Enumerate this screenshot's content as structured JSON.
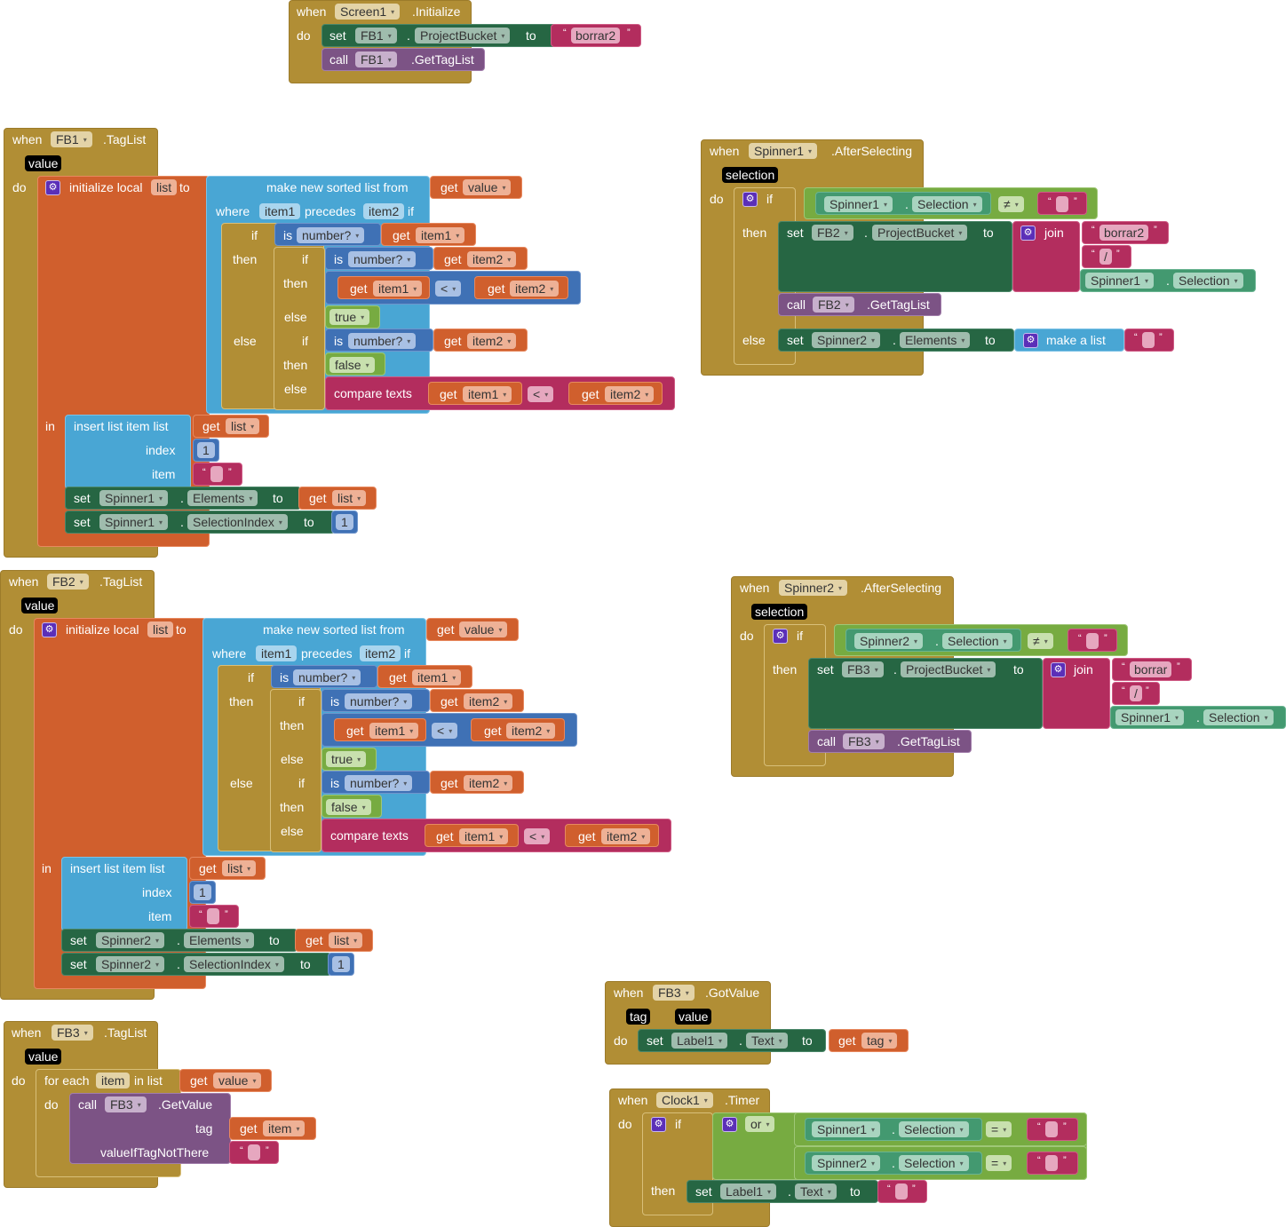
{
  "app": "App Inventor Blocks Editor",
  "colors": {
    "event": "#b18e35",
    "local": "#d05f2d",
    "list": "#49a6d4",
    "math": "#3f71b5",
    "logic": "#77ab41",
    "text": "#b32d5e",
    "component_set": "#266643",
    "component_get": "#439970",
    "procedure_call": "#7c5385",
    "param": "#000000"
  },
  "common": {
    "when": "when",
    "do": "do",
    "set": "set",
    "to": "to",
    "call": "call",
    "get": "get",
    "if": "if",
    "then": "then",
    "else": "else",
    "in": "in",
    "dot": ".",
    "is": "is",
    "open_quote": "“",
    "close_quote": "”",
    "arrow": "▾",
    "gear": "⚙"
  },
  "screen1_initialize": {
    "component": "Screen1",
    "event": ".Initialize",
    "set_component": "FB1",
    "set_property": "ProjectBucket",
    "set_value": "borrar2",
    "call_component": "FB1",
    "call_method": ".GetTagList"
  },
  "fb1_taglist": {
    "component": "FB1",
    "event": ".TagList",
    "param": "value",
    "init_local": "initialize local",
    "local_name": "list",
    "sort_label": "make new sorted list from",
    "sort_source": "value",
    "where": "where",
    "item1": "item1",
    "precedes": "precedes",
    "item2": "item2",
    "is_number": "number?",
    "lt": "<",
    "true": "true",
    "false": "false",
    "compare_texts": "compare texts",
    "insert_label": "insert list item  list",
    "index_label": "index",
    "item_label": "item",
    "insert_list": "list",
    "insert_index": "1",
    "insert_item": "",
    "spinner": "Spinner1",
    "prop_elements": "Elements",
    "prop_selection_index": "SelectionIndex",
    "elements_value": "list",
    "selection_index_value": "1"
  },
  "fb2_taglist": {
    "component": "FB2",
    "event": ".TagList",
    "param": "value",
    "init_local": "initialize local",
    "local_name": "list",
    "sort_label": "make new sorted list from",
    "sort_source": "value",
    "where": "where",
    "item1": "item1",
    "precedes": "precedes",
    "item2": "item2",
    "is_number": "number?",
    "lt": "<",
    "true": "true",
    "false": "false",
    "compare_texts": "compare texts",
    "insert_label": "insert list item  list",
    "index_label": "index",
    "item_label": "item",
    "insert_list": "list",
    "insert_index": "1",
    "insert_item": "",
    "spinner": "Spinner2",
    "prop_elements": "Elements",
    "prop_selection_index": "SelectionIndex",
    "elements_value": "list",
    "selection_index_value": "1"
  },
  "fb3_taglist": {
    "component": "FB3",
    "event": ".TagList",
    "param": "value",
    "for_each": "for each",
    "loop_var": "item",
    "in_list": "in list",
    "list_source": "value",
    "call_component": "FB3",
    "call_method": ".GetValue",
    "tag_label": "tag",
    "tag_value": "item",
    "not_there_label": "valueIfTagNotThere",
    "not_there_value": ""
  },
  "spinner1_after": {
    "component": "Spinner1",
    "event": ".AfterSelecting",
    "param": "selection",
    "cond_component": "Spinner1",
    "cond_property": "Selection",
    "neq": "≠",
    "cond_value": "",
    "set_component": "FB2",
    "set_property": "ProjectBucket",
    "join": "join",
    "join_1": "borrar2",
    "join_2": "/",
    "join_3_component": "Spinner1",
    "join_3_property": "Selection",
    "call_component": "FB2",
    "call_method": ".GetTagList",
    "else_component": "Spinner2",
    "else_property": "Elements",
    "make_list": "make a list",
    "make_list_item": ""
  },
  "spinner2_after": {
    "component": "Spinner2",
    "event": ".AfterSelecting",
    "param": "selection",
    "cond_component": "Spinner2",
    "cond_property": "Selection",
    "neq": "≠",
    "cond_value": "",
    "set_component": "FB3",
    "set_property": "ProjectBucket",
    "join": "join",
    "join_1": "borrar",
    "join_2": "/",
    "join_3_component": "Spinner1",
    "join_3_property": "Selection",
    "call_component": "FB3",
    "call_method": ".GetTagList"
  },
  "fb3_gotvalue": {
    "component": "FB3",
    "event": ".GotValue",
    "param_1": "tag",
    "param_2": "value",
    "set_component": "Label1",
    "set_property": "Text",
    "set_value": "tag"
  },
  "clock1_timer": {
    "component": "Clock1",
    "event": ".Timer",
    "or": "or",
    "c1_component": "Spinner1",
    "c1_property": "Selection",
    "eq": "=",
    "c1_value": "",
    "c2_component": "Spinner2",
    "c2_property": "Selection",
    "c2_value": "",
    "set_component": "Label1",
    "set_property": "Text",
    "set_value": ""
  }
}
